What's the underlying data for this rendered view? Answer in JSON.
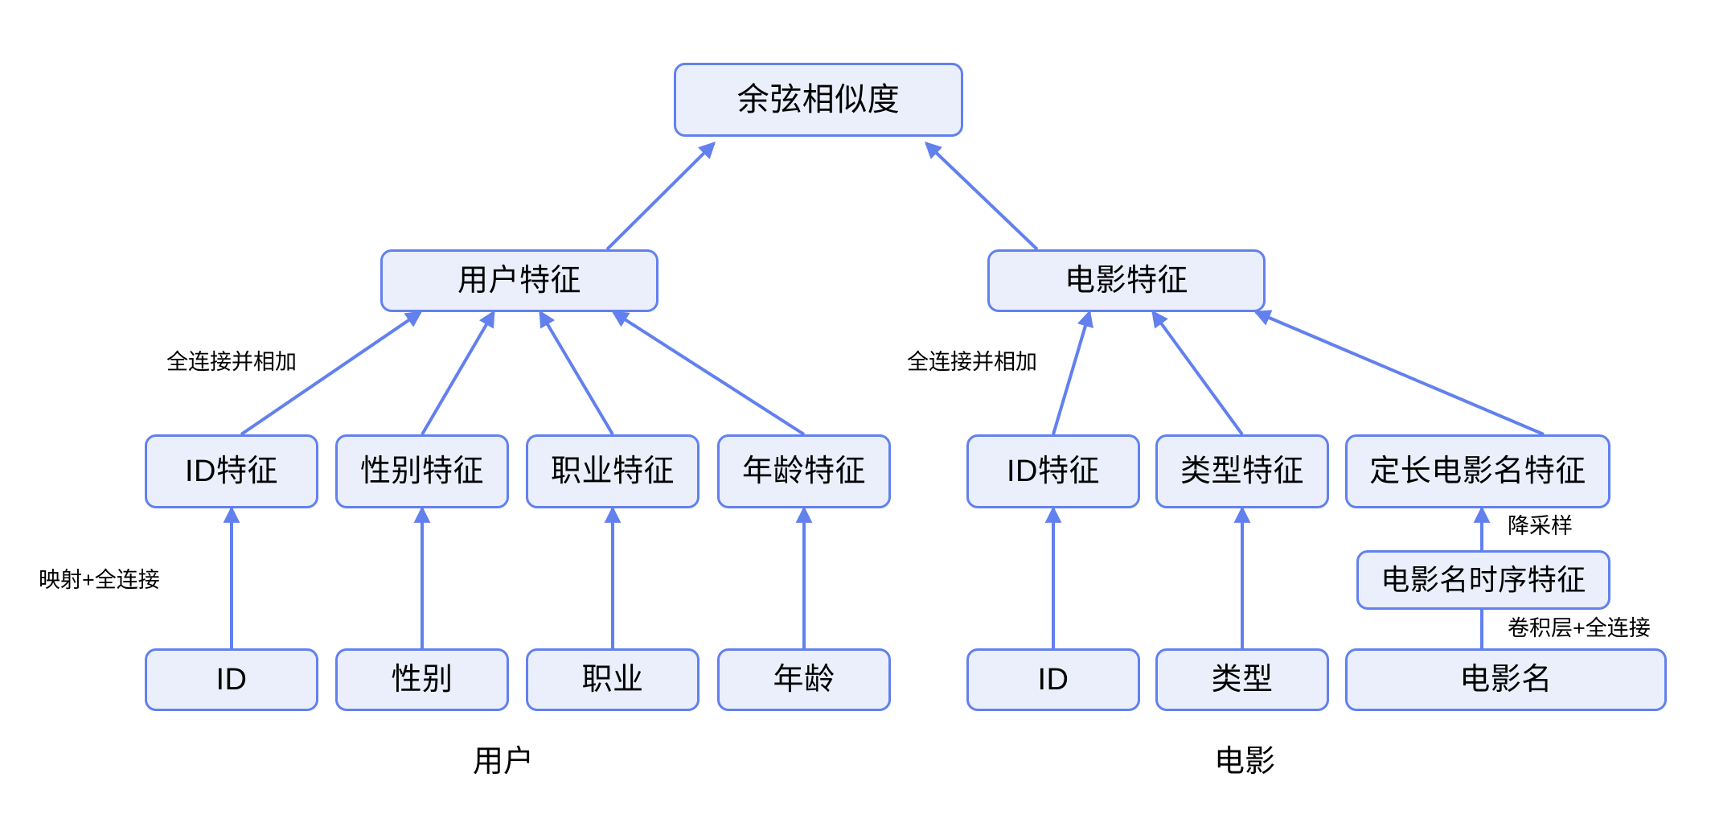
{
  "diagram": {
    "title_node": {
      "label": "余弦相似度"
    },
    "branches": [
      {
        "name": "user",
        "caption": "用户",
        "aggregate_node": {
          "label": "用户特征"
        },
        "aggregate_edge_label": "全连接并相加",
        "feature_edge_label": "映射+全连接",
        "features": [
          {
            "label": "ID特征"
          },
          {
            "label": "性别特征"
          },
          {
            "label": "职业特征"
          },
          {
            "label": "年龄特征"
          }
        ],
        "inputs": [
          {
            "label": "ID"
          },
          {
            "label": "性别"
          },
          {
            "label": "职业"
          },
          {
            "label": "年龄"
          }
        ]
      },
      {
        "name": "movie",
        "caption": "电影",
        "aggregate_node": {
          "label": "电影特征"
        },
        "aggregate_edge_label": "全连接并相加",
        "features": [
          {
            "label": "ID特征"
          },
          {
            "label": "类型特征"
          },
          {
            "label": "定长电影名特征"
          }
        ],
        "inputs": [
          {
            "label": "ID"
          },
          {
            "label": "类型"
          },
          {
            "label": "电影名"
          }
        ],
        "intermediate_node": {
          "label": "电影名时序特征"
        },
        "downsample_edge_label": "降采样",
        "conv_edge_label": "卷积层+全连接"
      }
    ],
    "colors": {
      "node_fill": "#eaeffb",
      "node_border": "#6280ee",
      "edge_stroke": "#6280ee",
      "text": "#000000",
      "background": "#ffffff"
    }
  }
}
